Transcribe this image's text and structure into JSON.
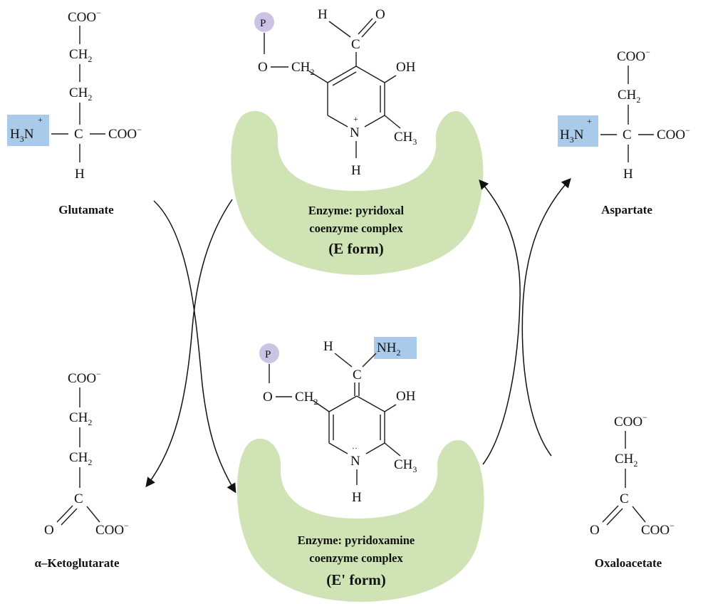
{
  "colors": {
    "enzyme_fill": "#cfe3b5",
    "amino_highlight": "#a9cbe9",
    "phosphate_fill": "#cbc3e3",
    "arrow": "#111111"
  },
  "labels": {
    "coo": "COO",
    "ch2": "CH",
    "ch3": "CH",
    "h3n": "H",
    "nh2": "NH",
    "n": "N",
    "c": "C",
    "h": "H",
    "o": "O",
    "oh": "OH",
    "p": "P",
    "minus": "−",
    "plus": "+",
    "sub2": "2",
    "sub3": "3",
    "lone_pair": "··"
  },
  "molecules": {
    "glutamate": "Glutamate",
    "aspartate": "Aspartate",
    "ketoglutarate": "α–Ketoglutarate",
    "oxaloacetate": "Oxaloacetate"
  },
  "enzymes": {
    "top_line1": "Enzyme: pyridoxal",
    "top_line2": "coenzyme complex",
    "top_form": "(E form)",
    "bottom_line1": "Enzyme: pyridoxamine",
    "bottom_line2": "coenzyme complex",
    "bottom_form": "(E' form)"
  }
}
